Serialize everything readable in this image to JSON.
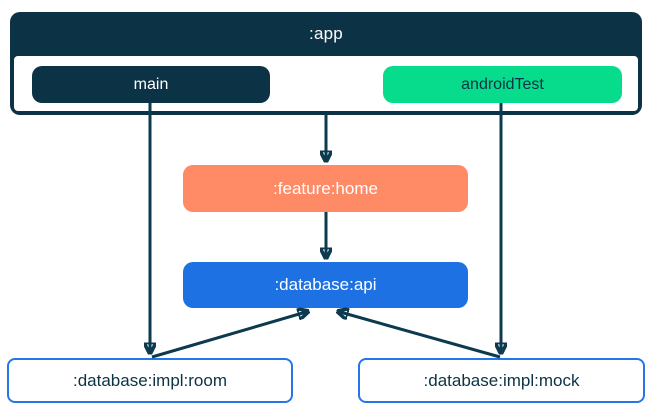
{
  "colors": {
    "navy": "#0c3246",
    "edge": "#0d3a4e",
    "green": "#06dc8c",
    "salmon": "#ff8a66",
    "blue": "#1e71e3",
    "impl_border_blue": "#2577e8",
    "white": "#ffffff"
  },
  "nodes": {
    "app": {
      "label": ":app"
    },
    "main": {
      "label": "main"
    },
    "android_test": {
      "label": "androidTest"
    },
    "feature_home": {
      "label": ":feature:home"
    },
    "database_api": {
      "label": ":database:api"
    },
    "database_impl_room": {
      "label": ":database:impl:room"
    },
    "database_impl_mock": {
      "label": ":database:impl:mock"
    }
  },
  "edges": [
    {
      "from": ":app",
      "to": ":feature:home"
    },
    {
      "from": ":app (main)",
      "to": ":database:impl:room"
    },
    {
      "from": ":app (androidTest)",
      "to": ":database:impl:mock"
    },
    {
      "from": ":feature:home",
      "to": ":database:api"
    },
    {
      "from": ":database:impl:room",
      "to": ":database:api"
    },
    {
      "from": ":database:impl:mock",
      "to": ":database:api"
    }
  ]
}
